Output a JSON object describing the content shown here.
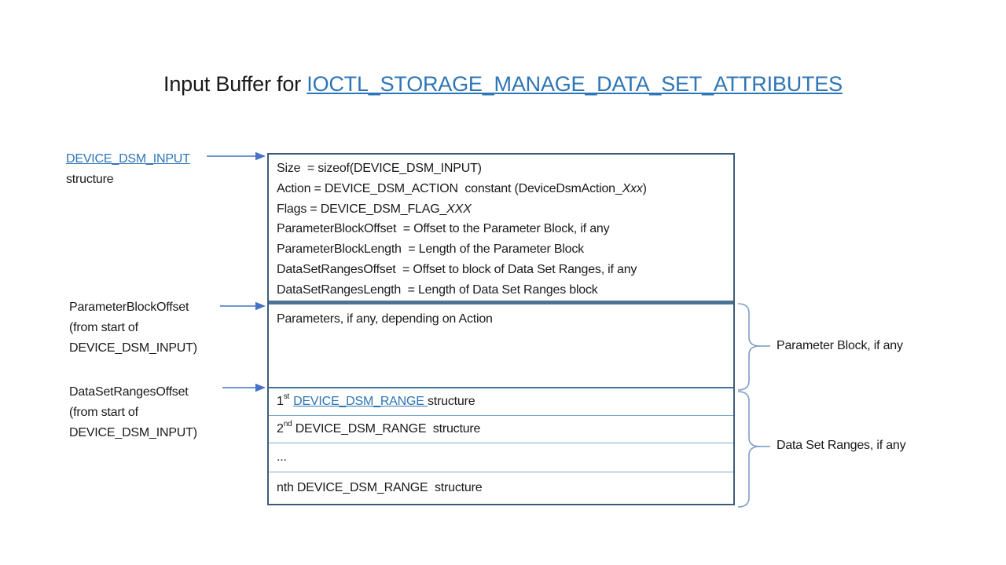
{
  "title": {
    "prefix": "Input Buffer for ",
    "link": "IOCTL_STORAGE_MANAGE_DATA_SET_ATTRIBUTES"
  },
  "annotations": {
    "left": [
      {
        "link": "DEVICE_DSM_INPUT",
        "line2": "structure"
      },
      {
        "line1": "ParameterBlockOffset",
        "line2": "(from start of",
        "line3": "DEVICE_DSM_INPUT)"
      },
      {
        "line1": "DataSetRangesOffset",
        "line2": "(from start of",
        "line3": "DEVICE_DSM_INPUT)"
      }
    ],
    "right": [
      {
        "label": "Parameter Block, if any"
      },
      {
        "label": "Data Set Ranges, if any"
      }
    ]
  },
  "buffer": {
    "header_fields": {
      "line1": {
        "text": "Size  = sizeof(DEVICE_DSM_INPUT)"
      },
      "line2": {
        "text": "Action = DEVICE_DSM_ACTION  constant (DeviceDsmAction_",
        "italic": "Xxx",
        "close": ")"
      },
      "line3": {
        "text": "Flags = DEVICE_DSM_FLAG_",
        "italic": "XXX"
      },
      "line4": {
        "text": "ParameterBlockOffset  = Offset to the Parameter Block, if any"
      },
      "line5": {
        "text": "ParameterBlockLength  = Length of the Parameter Block"
      },
      "line6": {
        "text": "DataSetRangesOffset  = Offset to block of Data Set Ranges, if any"
      },
      "line7": {
        "text": "DataSetRangesLength  = Length of Data Set Ranges block"
      }
    },
    "parameter_block": {
      "text": "Parameters, if any, depending on Action"
    },
    "ranges": {
      "row1": {
        "num": "1",
        "sup": "st",
        "link": "DEVICE_DSM_RANGE ",
        "rest": "structure"
      },
      "row2": {
        "num": "2",
        "sup": "nd",
        "rest": " DEVICE_DSM_RANGE  structure"
      },
      "row3": {
        "text": "..."
      },
      "row4": {
        "text": "nth DEVICE_DSM_RANGE  structure"
      }
    }
  },
  "colors": {
    "link_blue": "#2E75B6",
    "box_border": "#3E5C77",
    "divider_thick": "#4B7396",
    "divider_medium": "#41719C",
    "divider_thin": "#7FA8C9",
    "arrow_blue": "#4472C4",
    "brace_blue": "#7E9DC8",
    "text": "#1A1A1A"
  }
}
